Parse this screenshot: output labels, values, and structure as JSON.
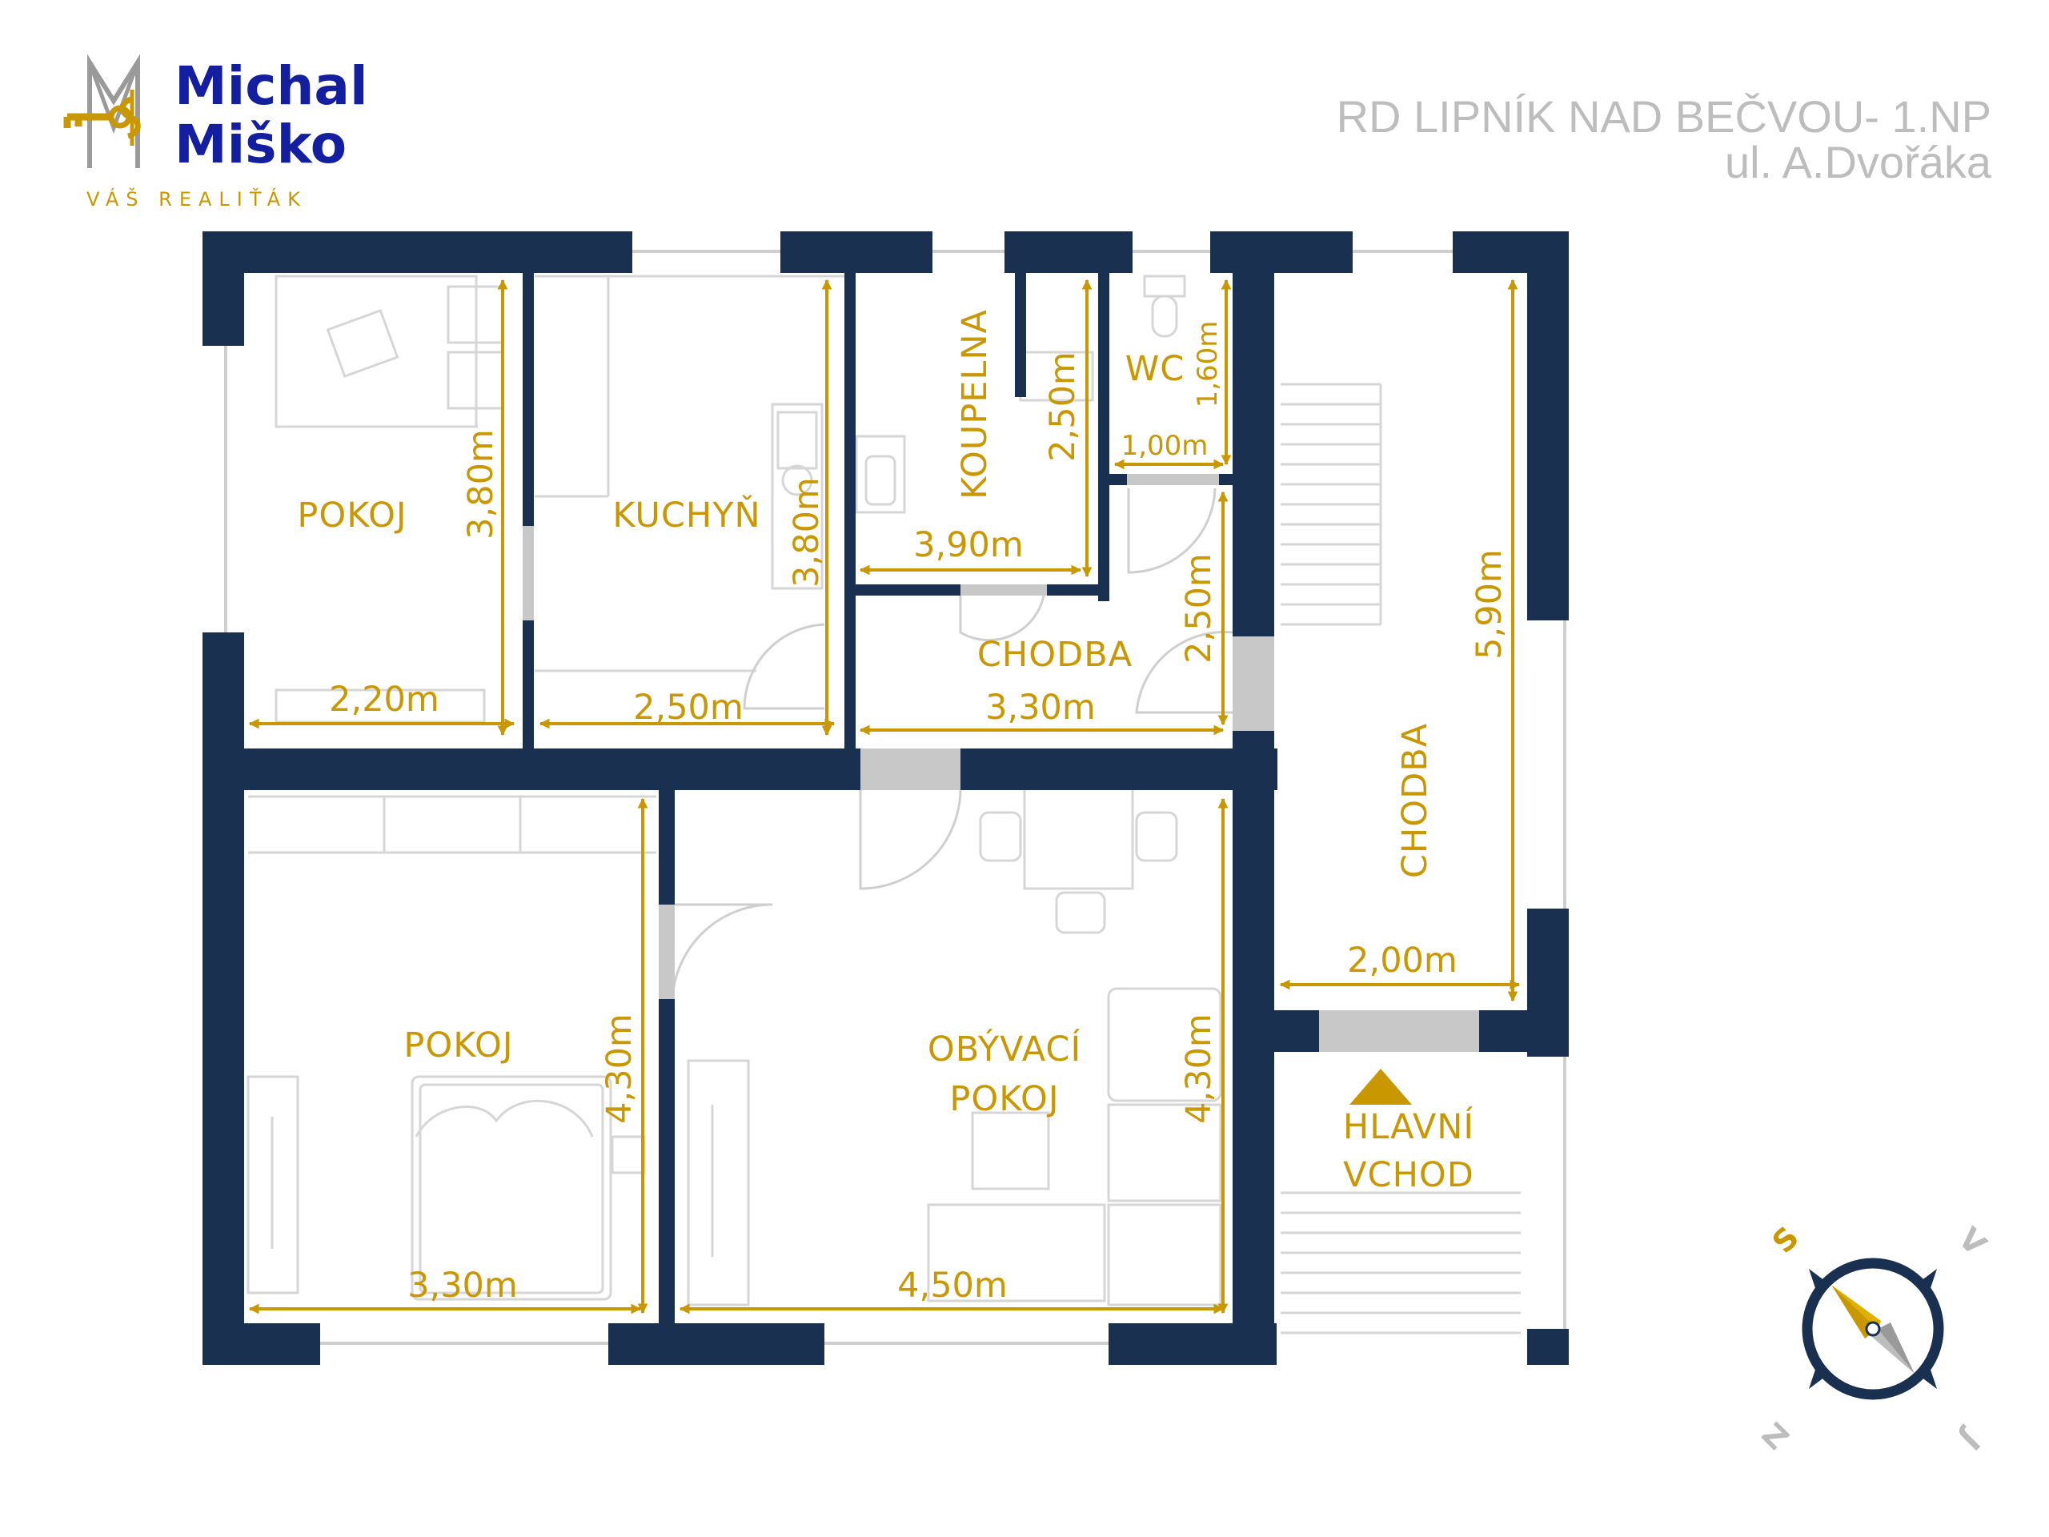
{
  "brand": {
    "name_line1": "Michal",
    "name_line2": "Miško",
    "tagline": "VÁŠ REALIŤÁK"
  },
  "header": {
    "title": "RD LIPNÍK NAD BEČVOU- 1.NP",
    "subtitle": "ul. A.Dvořáka"
  },
  "rooms": {
    "pokoj_top": "POKOJ",
    "kuchyn": "KUCHYŇ",
    "koupelna": "KOUPELNA",
    "wc": "WC",
    "chodba_small": "CHODBA",
    "chodba_large": "CHODBA",
    "pokoj_bottom": "POKOJ",
    "obyvaci_line1": "OBÝVACÍ",
    "obyvaci_line2": "POKOJ",
    "entrance_line1": "HLAVNÍ",
    "entrance_line2": "VCHOD"
  },
  "dimensions": {
    "pokoj_top_h": "3,80m",
    "pokoj_top_w": "2,20m",
    "kuchyn_h": "3,80m",
    "kuchyn_w": "2,50m",
    "koupelna_h": "2,50m",
    "koupelna_w": "3,90m",
    "wc_h": "1,60m",
    "wc_w": "1,00m",
    "chodba_small_h": "2,50m",
    "chodba_small_w": "3,30m",
    "chodba_large_h": "5,90m",
    "chodba_large_w": "2,00m",
    "pokoj_bottom_h": "4,30m",
    "pokoj_bottom_w": "3,30m",
    "obyvaci_h": "4,30m",
    "obyvaci_w": "4,50m"
  },
  "compass": {
    "s": "S",
    "v": "V",
    "j": "J",
    "z": "Z"
  },
  "colors": {
    "wall": "#1a3050",
    "accent": "#c99700",
    "brand_blue": "#131f9e",
    "door_gap": "#c8c8c8",
    "furniture": "#d8d8d8"
  }
}
